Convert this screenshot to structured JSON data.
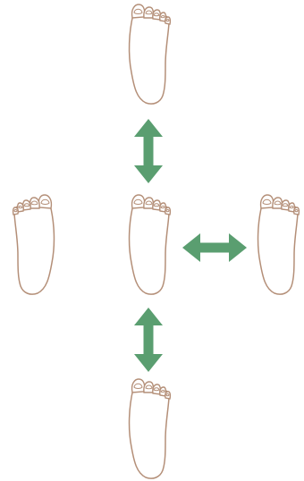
{
  "diagram": {
    "description_type": "foot-position-movement",
    "colors": {
      "background": "#ffffff",
      "foot_outline": "#b48f78",
      "arrow": "#5a9e70"
    },
    "feet": [
      {
        "id": "top",
        "icon": "right-foot-icon",
        "mirrored": false
      },
      {
        "id": "left",
        "icon": "left-foot-icon",
        "mirrored": true
      },
      {
        "id": "center",
        "icon": "right-foot-icon",
        "mirrored": false
      },
      {
        "id": "right",
        "icon": "right-foot-icon",
        "mirrored": false
      },
      {
        "id": "bottom",
        "icon": "right-foot-icon",
        "mirrored": false
      }
    ],
    "arrows": [
      {
        "id": "vertical-upper",
        "icon": "double-arrow-vertical-icon",
        "direction": "vertical"
      },
      {
        "id": "horizontal",
        "icon": "double-arrow-horizontal-icon",
        "direction": "horizontal"
      },
      {
        "id": "vertical-lower",
        "icon": "double-arrow-vertical-icon",
        "direction": "vertical"
      }
    ]
  }
}
